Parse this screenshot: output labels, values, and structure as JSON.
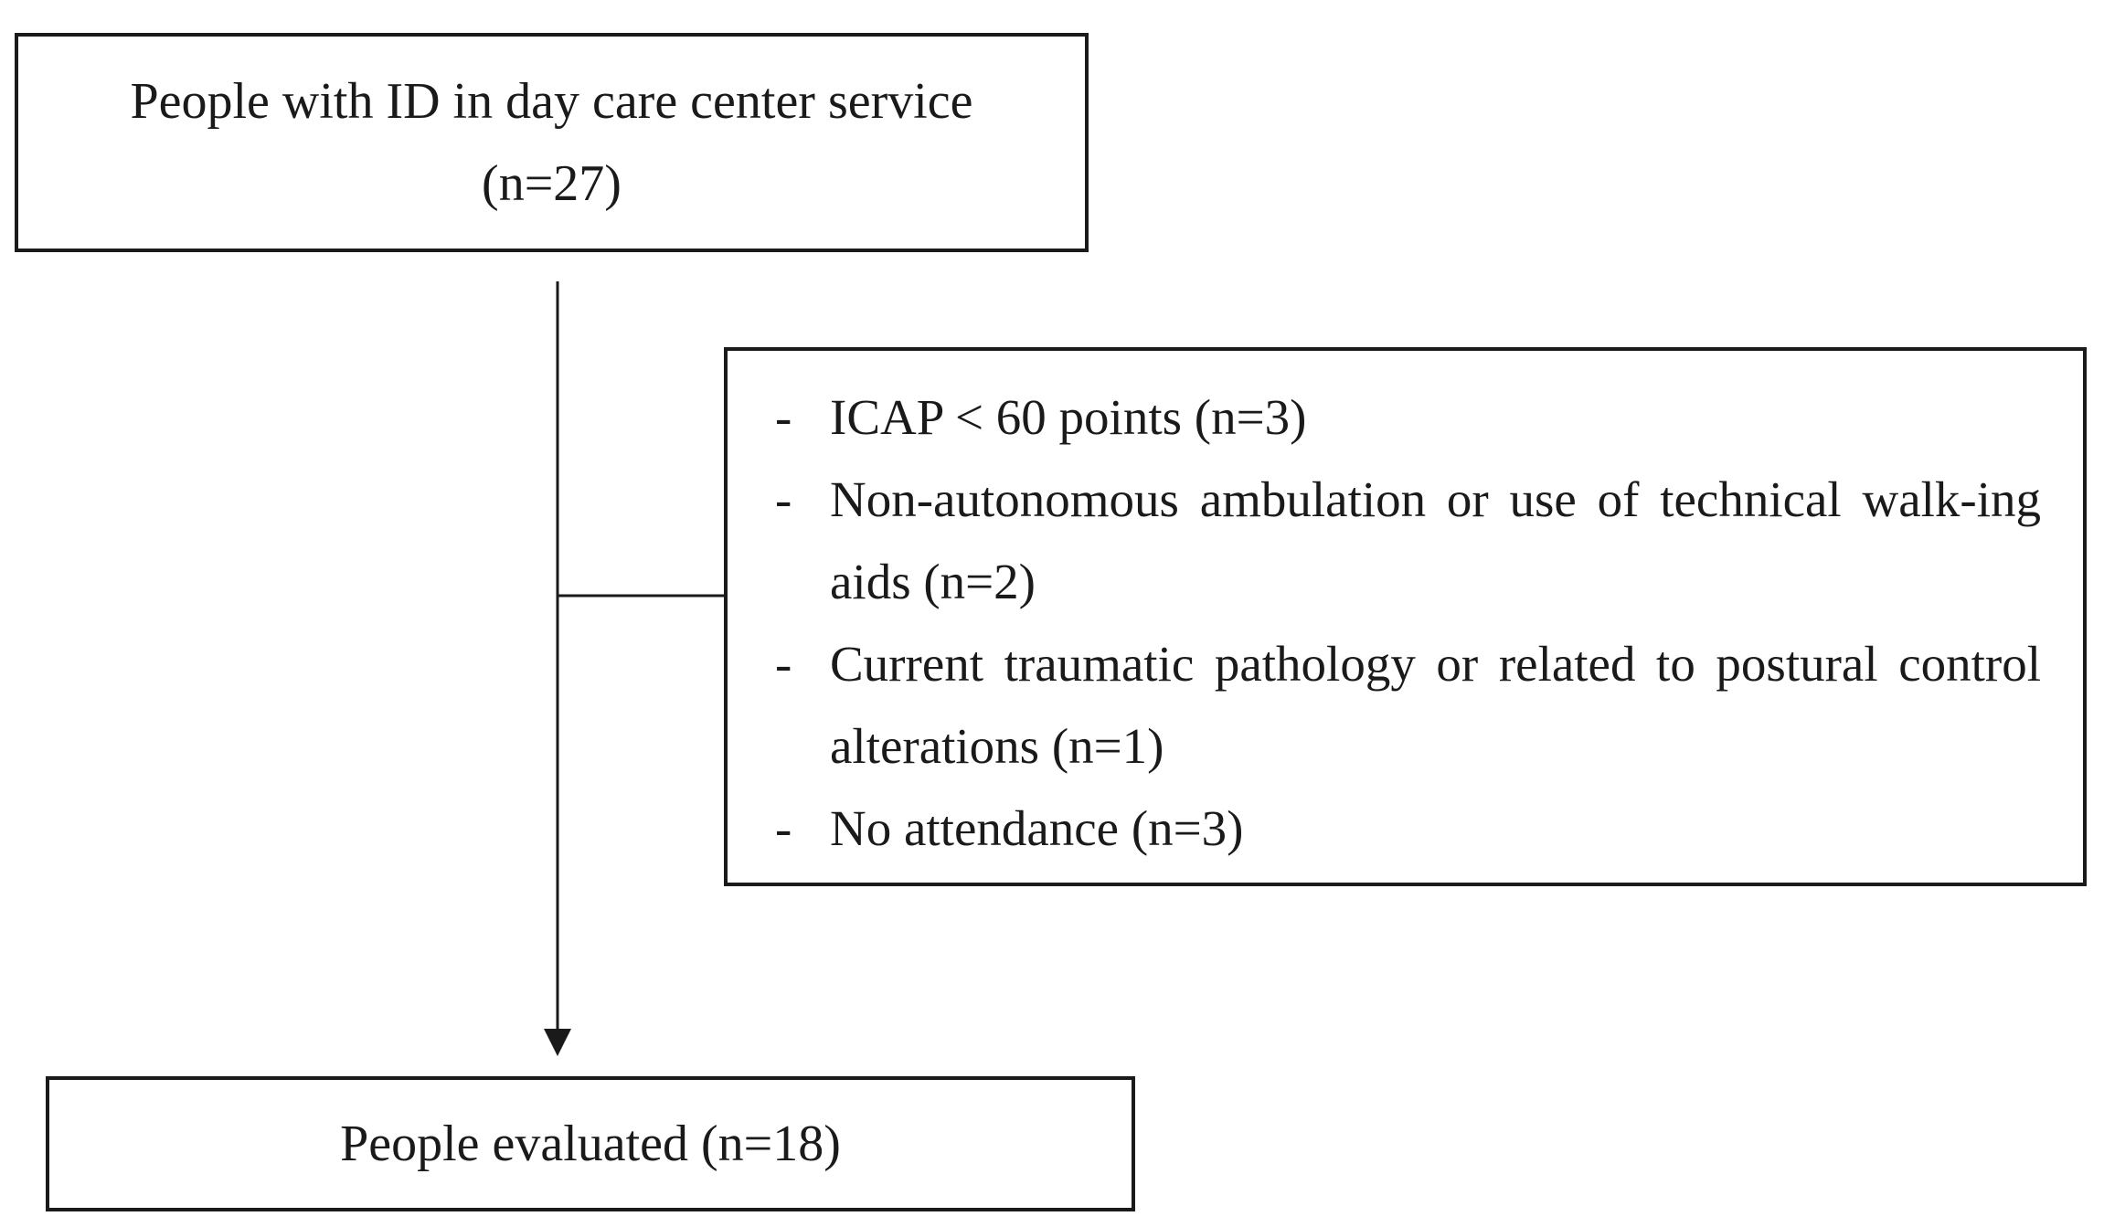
{
  "boxes": {
    "top": {
      "line1": "People with ID in day care center service",
      "line2": "(n=27)"
    },
    "exclusions": {
      "items": [
        {
          "dash": "-",
          "text": "ICAP < 60 points (n=3)"
        },
        {
          "dash": "-",
          "text": "Non-autonomous ambulation or use of technical walk-ing aids (n=2)"
        },
        {
          "dash": "-",
          "text": "Current traumatic pathology or related to postural control alterations (n=1)"
        },
        {
          "dash": "-",
          "text": "No attendance (n=3)"
        }
      ]
    },
    "bottom": {
      "label": "People evaluated (n=18)"
    }
  },
  "colors": {
    "stroke": "#1a1a1a",
    "background": "#ffffff"
  }
}
